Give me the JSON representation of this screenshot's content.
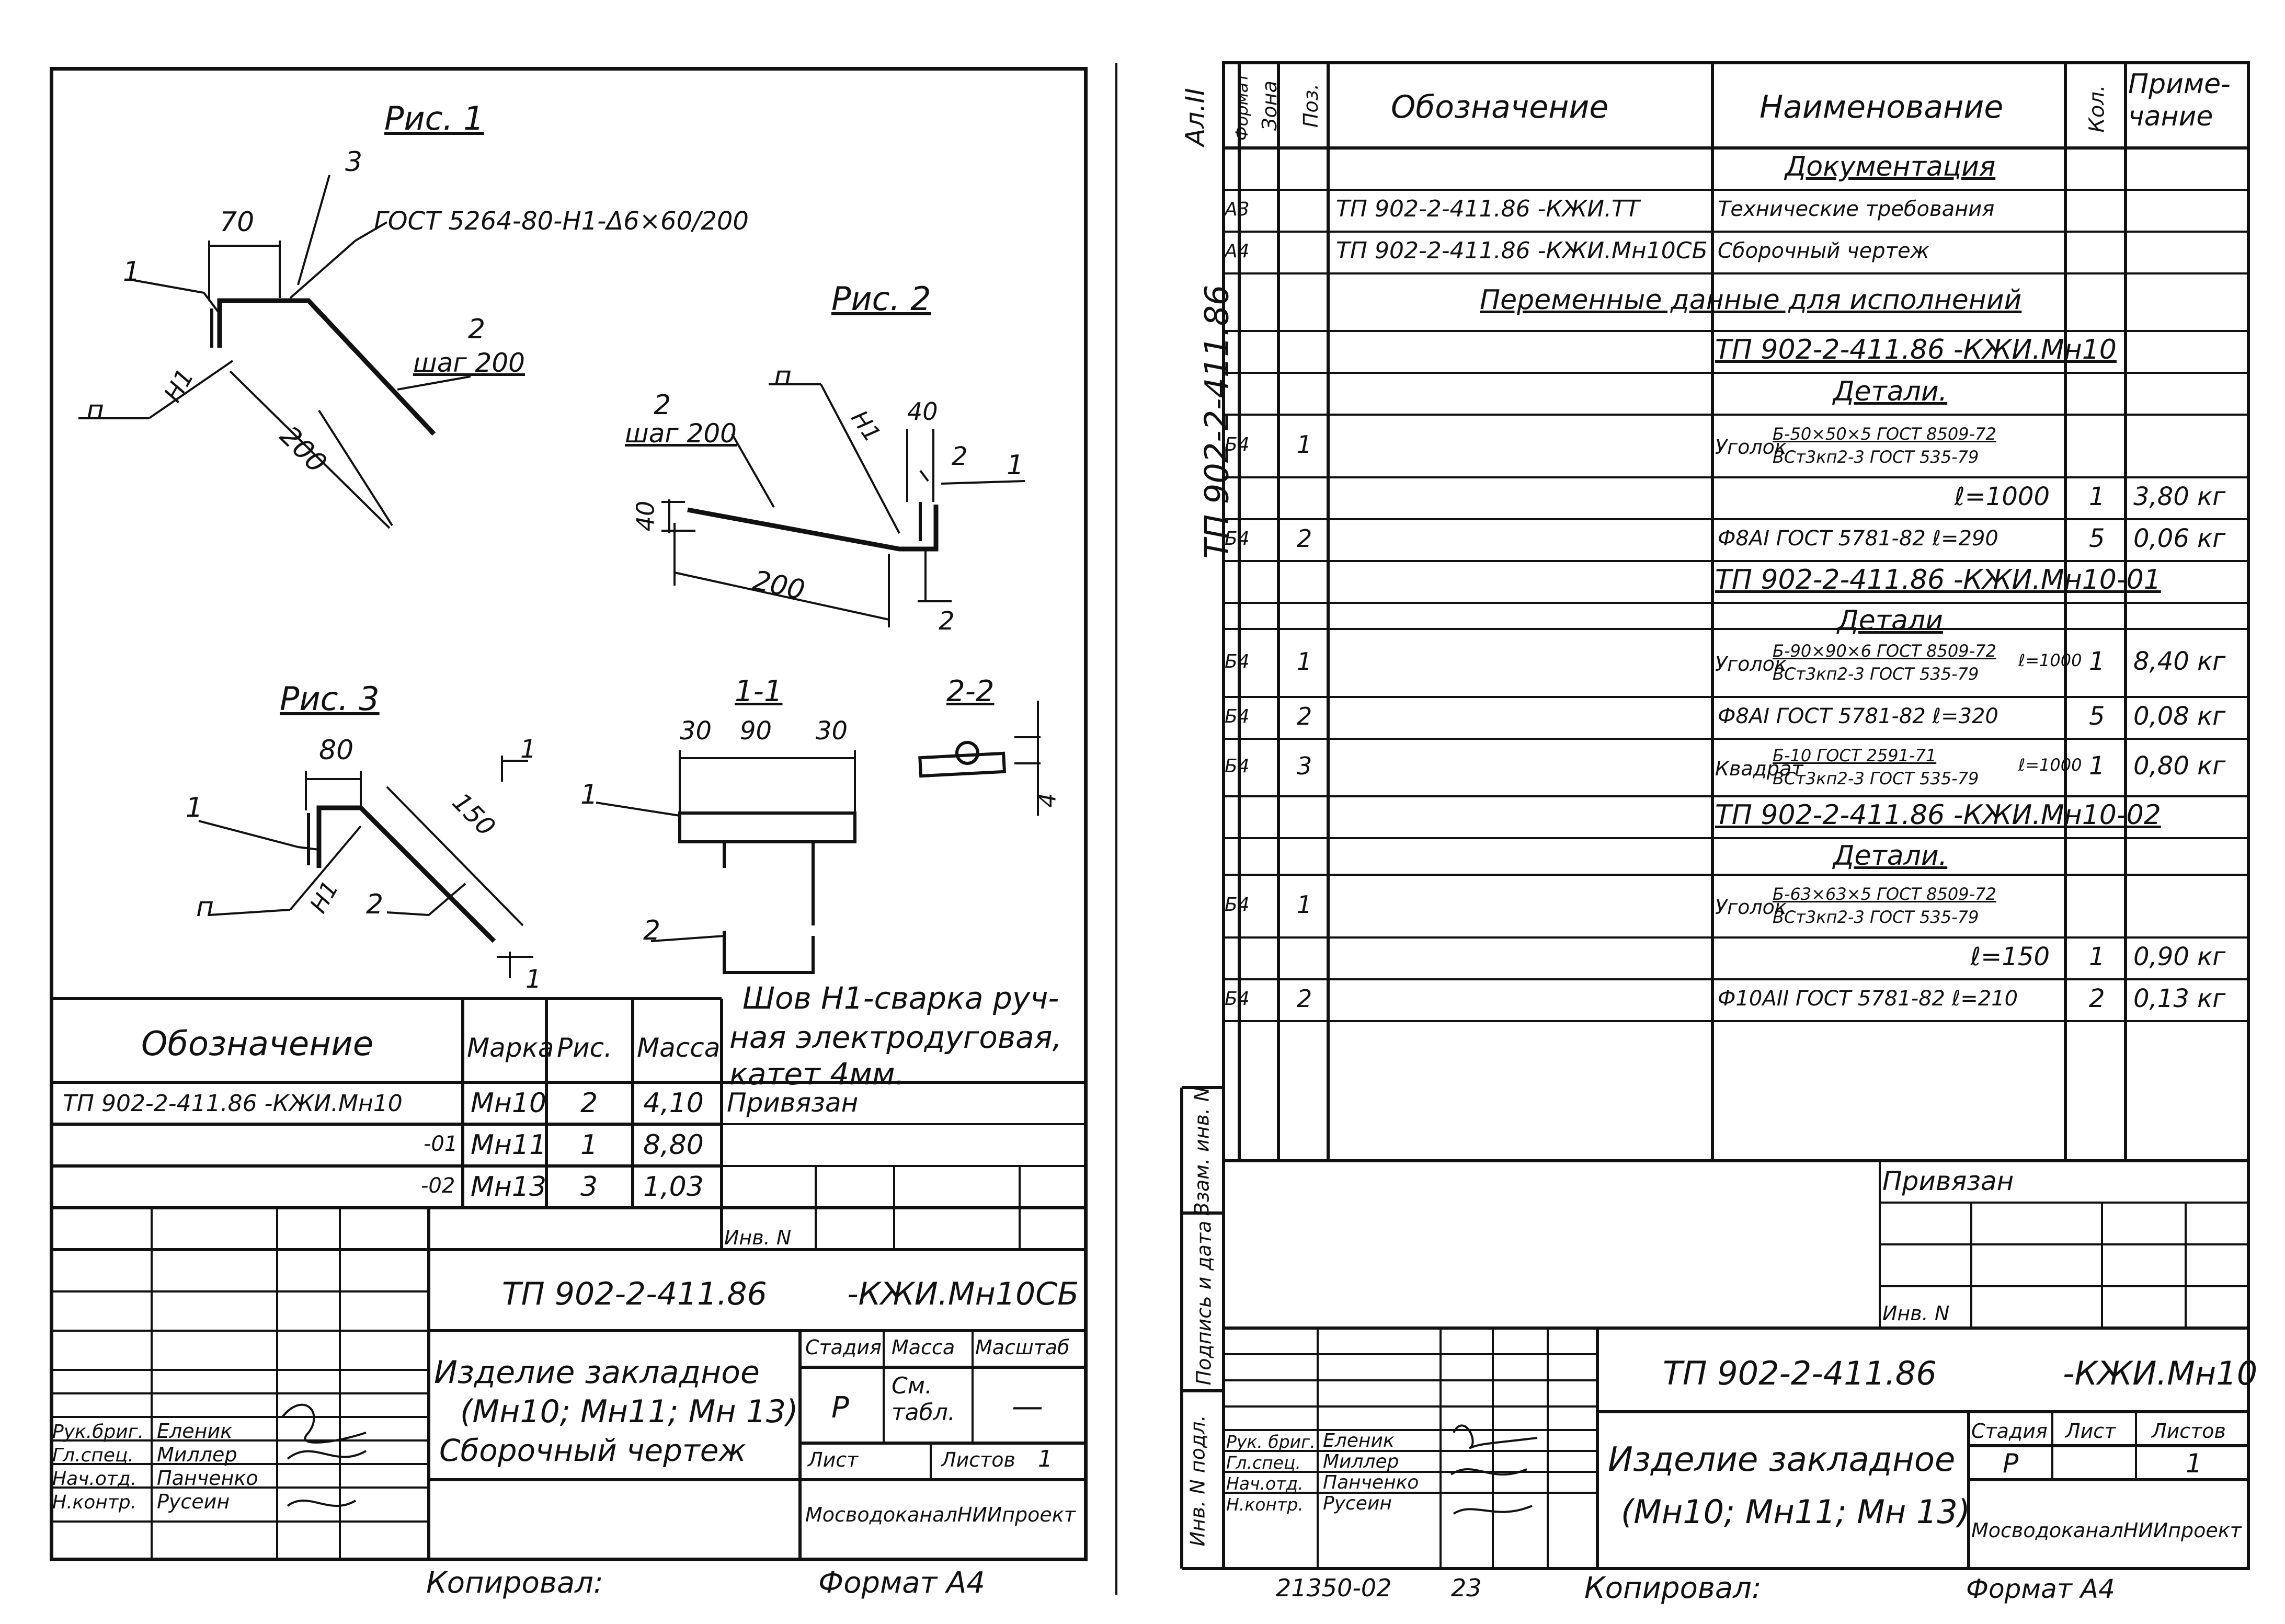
{
  "left": {
    "fig1": {
      "title": "Рис. 1",
      "dim70": "70",
      "pos3": "3",
      "gost_note": "ГОСТ 5264-80-Н1-Δ6×60/200",
      "pos1": "1",
      "pos2": "2",
      "step": "шаг 200",
      "dim200": "200",
      "weld": "Н1",
      "sym": "п"
    },
    "fig2": {
      "title": "Рис. 2",
      "pos2": "2",
      "step": "шаг 200",
      "dim40a": "40",
      "dim40b": "40",
      "weld": "Н1",
      "pos1": "1",
      "sec2a": "2",
      "sec2b": "2",
      "dim200": "200",
      "sym": "п"
    },
    "fig3": {
      "title": "Рис. 3",
      "dim80": "80",
      "pos1": "1",
      "dim150": "150",
      "sec1a": "1",
      "sec1b": "1",
      "weld": "Н1",
      "pos2": "2",
      "sym": "п"
    },
    "sec11": {
      "title": "1-1",
      "d30a": "30",
      "d90": "90",
      "d30b": "30",
      "pos1": "1",
      "pos2": "2"
    },
    "sec22": {
      "title": "2-2",
      "dim": "4"
    },
    "weld_note": [
      "Шов Н1-сварка руч-",
      "ная электродуговая,",
      "катет 4мм."
    ],
    "table": {
      "headers": [
        "Обозначение",
        "Марка",
        "Рис.",
        "Масса"
      ],
      "rows": [
        {
          "designation": "ТП 902-2-411.86 -КЖИ.Мн10",
          "mark": "Мн10",
          "fig": "2",
          "mass": "4,10"
        },
        {
          "designation": "-01",
          "mark": "Мн11",
          "fig": "1",
          "mass": "8,80"
        },
        {
          "designation": "-02",
          "mark": "Мн13",
          "fig": "3",
          "mass": "1,03"
        }
      ]
    },
    "privyazan": "Привязан",
    "inv": "Инв. N",
    "stamp": {
      "code": "ТП 902-2-411.86",
      "code_suffix": "-КЖИ.Мн10СБ",
      "name": [
        "Изделие закладное",
        "(Мн10; Мн11; Мн 13)",
        "Сборочный чертеж"
      ],
      "stage_h": "Стадия",
      "mass_h": "Масса",
      "scale_h": "Масштаб",
      "stage": "Р",
      "mass": "См. табл.",
      "scale": "—",
      "sheet": "Лист",
      "sheets": "Листов",
      "sheets_val": "1",
      "org": "МосводоканалНИИпроект",
      "people": [
        {
          "role": "Рук.бриг.",
          "name": "Еленик"
        },
        {
          "role": "Гл.спец.",
          "name": "Миллер"
        },
        {
          "role": "Нач.отд.",
          "name": "Панченко"
        },
        {
          "role": "Н.контр.",
          "name": "Русеин"
        }
      ]
    },
    "copied": "Копировал:",
    "format": "Формат А4"
  },
  "right": {
    "side_code": "ТП 902-2-411.86",
    "side_sheet": "Ал.II",
    "headers": {
      "format": "Формат",
      "zone": "Зона",
      "pos": "Поз.",
      "designation": "Обозначение",
      "name": "Наименование",
      "qty": "Кол.",
      "note": "Приме- чание"
    },
    "rows": [
      {
        "name": "Документация"
      },
      {
        "format": "А3",
        "designation": "ТП 902-2-411.86 -КЖИ.ТТ",
        "name": "Технические требования"
      },
      {
        "format": "А4",
        "designation": "ТП 902-2-411.86 -КЖИ.Мн10СБ",
        "name": "Сборочный чертеж"
      },
      {
        "name": "Переменные данные для исполнений"
      },
      {
        "name": "ТП 902-2-411.86 -КЖИ.Мн10"
      },
      {
        "name": "Детали."
      },
      {
        "format": "Б4",
        "pos": "1",
        "name": "Уголок",
        "name_top": "Б-50×50×5 ГОСТ 8509-72",
        "name_bot": "ВСт3кп2-3 ГОСТ 535-79"
      },
      {
        "name": "ℓ=1000",
        "qty": "1",
        "note": "3,80 кг"
      },
      {
        "format": "Б4",
        "pos": "2",
        "name": "Ф8АI ГОСТ 5781-82 ℓ=290",
        "qty": "5",
        "note": "0,06 кг"
      },
      {
        "name": "ТП 902-2-411.86 -КЖИ.Мн10-01"
      },
      {
        "name": "Детали"
      },
      {
        "format": "Б4",
        "pos": "1",
        "name": "Уголок",
        "name_top": "Б-90×90×6 ГОСТ 8509-72",
        "name_bot": "ВСт3кп2-3 ГОСТ 535-79",
        "name_tail": "ℓ=1000",
        "qty": "1",
        "note": "8,40 кг"
      },
      {
        "format": "Б4",
        "pos": "2",
        "name": "Ф8АI ГОСТ 5781-82 ℓ=320",
        "qty": "5",
        "note": "0,08 кг"
      },
      {
        "format": "Б4",
        "pos": "3",
        "name": "Квадрат",
        "name_top": "Б-10 ГОСТ 2591-71",
        "name_bot": "ВСт3кп2-3 ГОСТ 535-79",
        "name_tail": "ℓ=1000",
        "qty": "1",
        "note": "0,80 кг"
      },
      {
        "name": "ТП 902-2-411.86 -КЖИ.Мн10-02"
      },
      {
        "name": "Детали."
      },
      {
        "format": "Б4",
        "pos": "1",
        "name": "Уголок",
        "name_top": "Б-63×63×5 ГОСТ 8509-72",
        "name_bot": "ВСт3кп2-3 ГОСТ 535-79"
      },
      {
        "name": "ℓ=150",
        "qty": "1",
        "note": "0,90 кг"
      },
      {
        "format": "Б4",
        "pos": "2",
        "name": "Ф10АII ГОСТ 5781-82 ℓ=210",
        "qty": "2",
        "note": "0,13 кг"
      }
    ],
    "privyazan": "Привязан",
    "inv": "Инв. N",
    "side_labels": [
      "Взам. инв. N",
      "Подпись и дата",
      "Инв. N подл."
    ],
    "stamp": {
      "code": "ТП 902-2-411.86",
      "code_suffix": "-КЖИ.Мн10",
      "name": [
        "Изделие закладное",
        "(Мн10; Мн11; Мн 13)"
      ],
      "stage_h": "Стадия",
      "sheet_h": "Лист",
      "sheets_h": "Листов",
      "stage": "Р",
      "sheets": "1",
      "org": "МосводоканалНИИпроект",
      "people": [
        {
          "role": "Рук. бриг.",
          "name": "Еленик"
        },
        {
          "role": "Гл.спец.",
          "name": "Миллер"
        },
        {
          "role": "Нач.отд.",
          "name": "Панченко"
        },
        {
          "role": "Н.контр.",
          "name": "Русеин"
        }
      ]
    },
    "footer_num": "21350-02",
    "footer_page": "23",
    "copied": "Копировал:",
    "format": "Формат А4"
  }
}
